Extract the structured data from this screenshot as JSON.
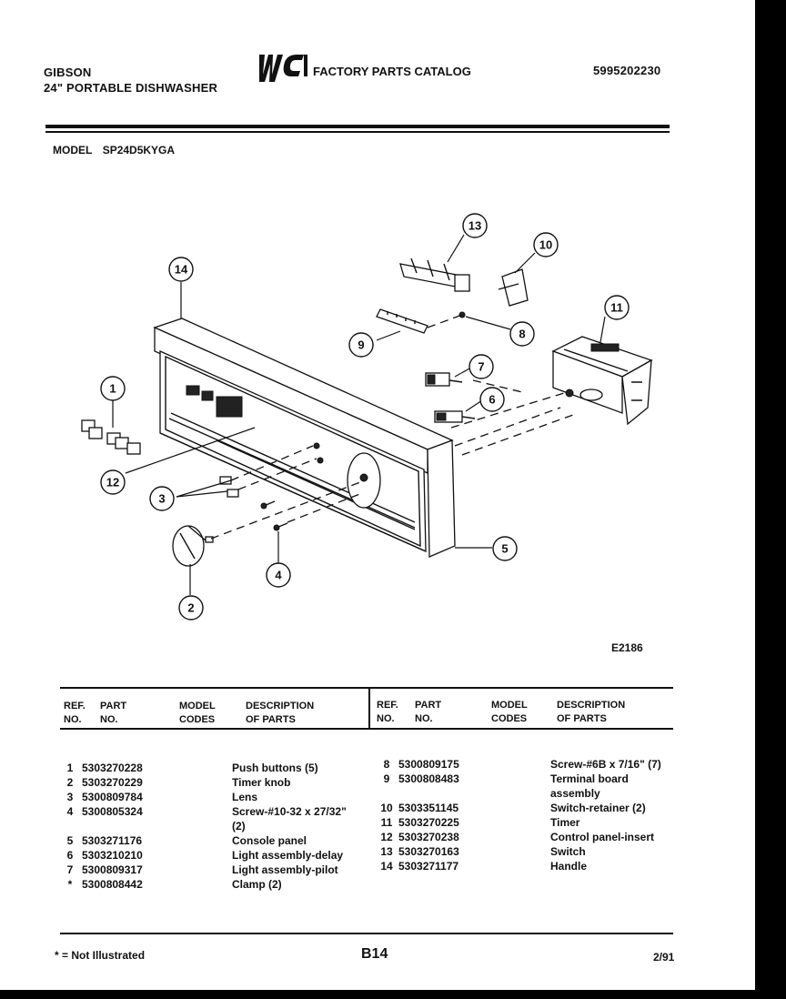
{
  "header": {
    "brand": "GIBSON",
    "product": "24\" PORTABLE DISHWASHER",
    "logo_text": "WCI",
    "catalog_title": "FACTORY PARTS CATALOG",
    "catalog_number": "5995202230"
  },
  "model": {
    "label": "MODEL",
    "number": "SP24D5KYGA"
  },
  "diagram": {
    "code": "E2186",
    "callouts": [
      "1",
      "2",
      "3",
      "4",
      "5",
      "6",
      "7",
      "8",
      "9",
      "10",
      "11",
      "12",
      "13",
      "14"
    ]
  },
  "table": {
    "headers_left": {
      "ref": "REF.\nNO.",
      "part": "PART\nNO.",
      "model": "MODEL\nCODES",
      "desc": "DESCRIPTION\nOF PARTS"
    },
    "headers_right": {
      "ref": "REF.\nNO.",
      "part": "PART\nNO.",
      "model": "MODEL\nCODES",
      "desc": "DESCRIPTION\nOF PARTS"
    },
    "left_rows": [
      {
        "ref": "1",
        "part": "5303270228",
        "desc": "Push buttons (5)"
      },
      {
        "ref": "2",
        "part": "5303270229",
        "desc": "Timer knob"
      },
      {
        "ref": "3",
        "part": "5300809784",
        "desc": "Lens"
      },
      {
        "ref": "4",
        "part": "5300805324",
        "desc": "Screw-#10-32 x 27/32\""
      },
      {
        "ref": "",
        "part": "",
        "desc": "(2)"
      },
      {
        "ref": "5",
        "part": "5303271176",
        "desc": "Console panel"
      },
      {
        "ref": "6",
        "part": "5303210210",
        "desc": "Light assembly-delay"
      },
      {
        "ref": "7",
        "part": "5300809317",
        "desc": "Light assembly-pilot"
      },
      {
        "ref": "*",
        "part": "5300808442",
        "desc": "Clamp (2)"
      }
    ],
    "right_rows": [
      {
        "ref": "8",
        "part": "5300809175",
        "desc": "Screw-#6B x 7/16\" (7)"
      },
      {
        "ref": "9",
        "part": "5300808483",
        "desc": "Terminal board"
      },
      {
        "ref": "",
        "part": "",
        "desc": "assembly"
      },
      {
        "ref": "10",
        "part": "5303351145",
        "desc": "Switch-retainer (2)"
      },
      {
        "ref": "11",
        "part": "5303270225",
        "desc": "Timer"
      },
      {
        "ref": "12",
        "part": "5303270238",
        "desc": "Control panel-insert"
      },
      {
        "ref": "13",
        "part": "5303270163",
        "desc": "Switch"
      },
      {
        "ref": "14",
        "part": "5303271177",
        "desc": "Handle"
      }
    ]
  },
  "footer": {
    "note": "* = Not Illustrated",
    "page": "B14",
    "date": "2/91"
  }
}
